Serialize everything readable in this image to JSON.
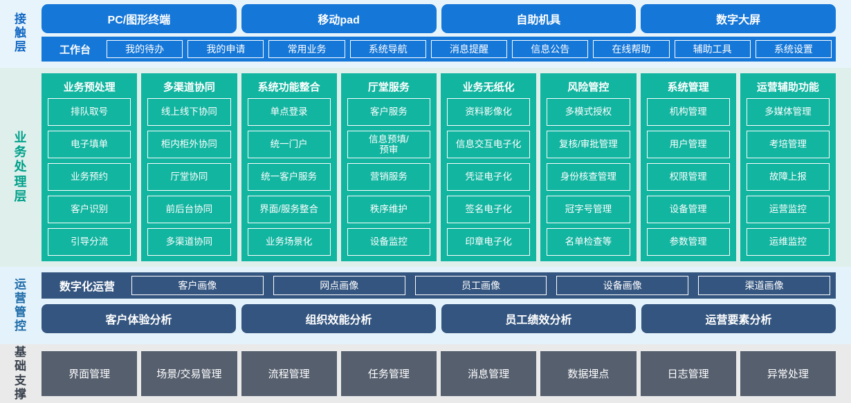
{
  "layers": {
    "touch": {
      "label": "接触层",
      "terminals": [
        "PC/图形终端",
        "移动pad",
        "自助机具",
        "数字大屏"
      ],
      "workbench_label": "工作台",
      "nav_items": [
        "我的待办",
        "我的申请",
        "常用业务",
        "系统导航",
        "消息提醒",
        "信息公告",
        "在线帮助",
        "辅助工具",
        "系统设置"
      ],
      "accent": "#1577d8",
      "background": "#e8f4fb"
    },
    "business": {
      "label": "业务处理层",
      "accent": "#12b5a0",
      "background": "#dff0ec",
      "columns": [
        {
          "title": "业务预处理",
          "items": [
            "排队取号",
            "电子填单",
            "业务预约",
            "客户识别",
            "引导分流"
          ]
        },
        {
          "title": "多渠道协同",
          "items": [
            "线上线下协同",
            "柜内柜外协同",
            "厅堂协同",
            "前后台协同",
            "多渠道协同"
          ]
        },
        {
          "title": "系统功能整合",
          "items": [
            "单点登录",
            "统一门户",
            "统一客户服务",
            "界面/服务整合",
            "业务场景化"
          ]
        },
        {
          "title": "厅堂服务",
          "items": [
            "客户服务",
            "信息预填/\n预审",
            "营销服务",
            "秩序维护",
            "设备监控"
          ]
        },
        {
          "title": "业务无纸化",
          "items": [
            "资料影像化",
            "信息交互电子化",
            "凭证电子化",
            "签名电子化",
            "印章电子化"
          ]
        },
        {
          "title": "风险管控",
          "items": [
            "多模式授权",
            "复核/审批管理",
            "身份核查管理",
            "冠字号管理",
            "名单检查等"
          ]
        },
        {
          "title": "系统管理",
          "items": [
            "机构管理",
            "用户管理",
            "权限管理",
            "设备管理",
            "参数管理"
          ]
        },
        {
          "title": "运营辅助功能",
          "items": [
            "多媒体管理",
            "考培管理",
            "故障上报",
            "运营监控",
            "运维监控"
          ]
        }
      ]
    },
    "operations": {
      "label": "运营管控",
      "accent": "#34557f",
      "background": "#e4f3fb",
      "digital_label": "数字化运营",
      "portraits": [
        "客户画像",
        "网点画像",
        "员工画像",
        "设备画像",
        "渠道画像"
      ],
      "analyses": [
        "客户体验分析",
        "组织效能分析",
        "员工绩效分析",
        "运营要素分析"
      ]
    },
    "base": {
      "label": "基础支撑",
      "accent": "#565f6e",
      "background": "#eaeaea",
      "items": [
        "界面管理",
        "场景/交易管理",
        "流程管理",
        "任务管理",
        "消息管理",
        "数据埋点",
        "日志管理",
        "异常处理"
      ]
    }
  }
}
